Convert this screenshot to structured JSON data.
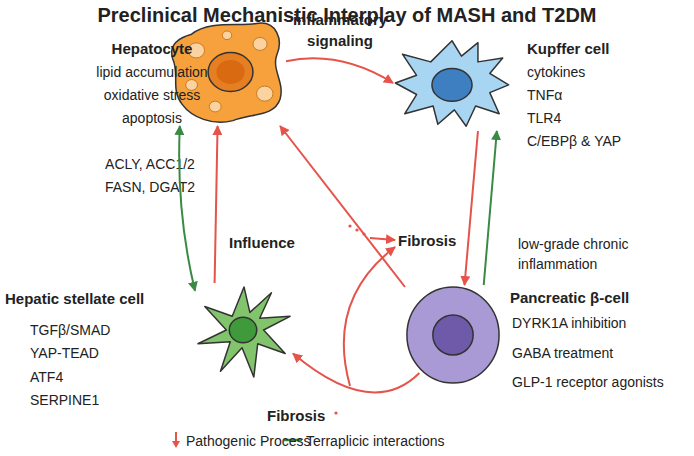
{
  "diagram": {
    "title": "Preclinical Mechanistic Interplay of MASH and T2DM",
    "nodes": [
      {
        "text": [
          "Hepatocyte",
          "lipid accumulation",
          "oxidative stress",
          "apoptosis",
          "ACLY, ACC1/2 FASN, DGAT2"
        ]
      },
      {
        "text": [
          "Kupffer cell",
          "cytokines",
          "TNFα",
          "TLR4",
          "C/EBPβ & YAP"
        ]
      },
      {
        "text": [
          "Hepatic stellate cell",
          "TGFβ/SMAD",
          "YAP-TEAD",
          "ATF4",
          "SERPINE1"
        ]
      },
      {
        "text": [
          "Pancreatic β-cell",
          "DYRK1A inhibition",
          "GABA treatment",
          "GLP-1 receptor agonists"
        ]
      }
    ],
    "edges": [
      {
        "from": 0,
        "to": 1,
        "arrow": "to",
        "label": "inflammatory signaling"
      },
      {
        "from": 1,
        "to": 3,
        "arrow": "to"
      },
      {
        "from": 3,
        "to": 1,
        "arrow": "to",
        "label": "low-grade chronic inflammation"
      },
      {
        "from": 0,
        "to": 2,
        "arrow": "both"
      },
      {
        "from": 2,
        "to": 0,
        "arrow": "to",
        "label": "Influence"
      },
      {
        "from": 3,
        "to": 0,
        "arrow": "to"
      },
      {
        "from": 3,
        "to": 2,
        "arrow": "to",
        "label": "Fibrosis"
      }
    ],
    "labels": [
      "Fibrosis"
    ],
    "legend": [
      {
        "text": "Pathogenic Process"
      },
      {
        "text": "Terraplicic interactions"
      }
    ]
  }
}
